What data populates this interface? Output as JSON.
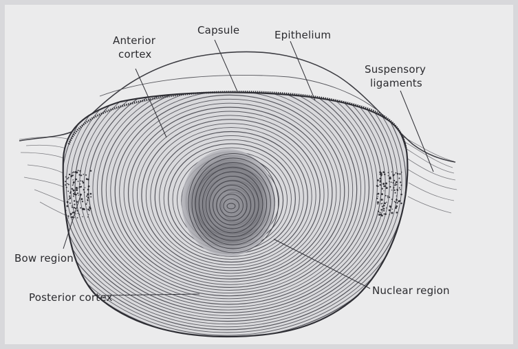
{
  "labels": {
    "anterior_cortex_line1": "Anterior",
    "anterior_cortex_line2": "cortex",
    "capsule": "Capsule",
    "epithelium": "Epithelium",
    "suspensory_line1": "Suspensory",
    "suspensory_line2": "ligaments",
    "bow_region": "Bow region",
    "posterior_cortex": "Posterior cortex",
    "nuclear_region": "Nuclear region"
  },
  "colors": {
    "paper": "#ededee",
    "ink": "#3a3a40",
    "nucleus": "#6e6e76"
  }
}
